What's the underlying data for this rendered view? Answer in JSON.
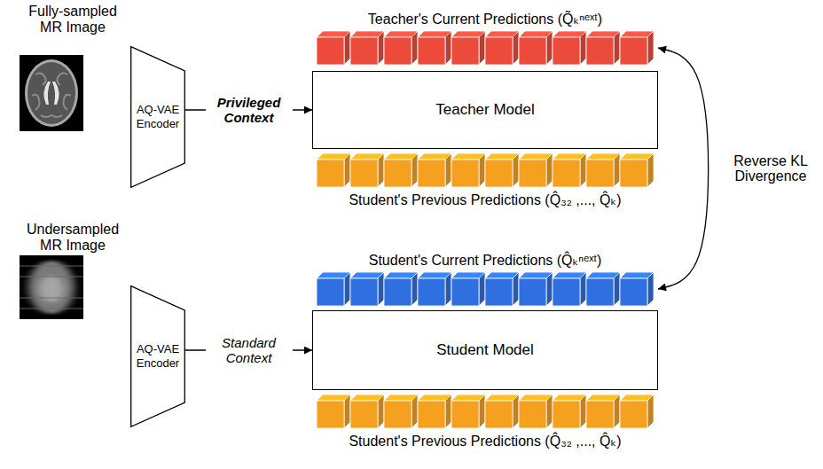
{
  "diagram": {
    "nodes": [
      {
        "text": [
          "Fully-sampled MR Image"
        ]
      },
      {
        "text": [
          "AQ-VAE Encoder"
        ]
      },
      {
        "text": [
          "Teacher's Current Predictions (Q̃ₖⁿᵉˣᵗ)"
        ]
      },
      {
        "text": [
          "Teacher Model"
        ]
      },
      {
        "text": [
          "Student's Previous Predictions (Q̂₃₂ ,..., Q̂ₖ)"
        ]
      },
      {
        "text": [
          "Undersampled MR Image"
        ]
      },
      {
        "text": [
          "AQ-VAE Encoder"
        ]
      },
      {
        "text": [
          "Student's Current Predictions (Q̂ₖⁿᵉˣᵗ)"
        ]
      },
      {
        "text": [
          "Student Model"
        ]
      },
      {
        "text": [
          "Student's Previous Predictions (Q̂₃₂ ,..., Q̂ₖ)"
        ]
      }
    ],
    "edges": [
      {
        "from": 1,
        "to": 3,
        "label": "Privileged Context",
        "arrow": "to"
      },
      {
        "from": 6,
        "to": 8,
        "label": "Standard Context",
        "arrow": "to"
      },
      {
        "from": 2,
        "to": 7,
        "label": "Reverse KL Divergence",
        "arrow": "both"
      }
    ]
  }
}
